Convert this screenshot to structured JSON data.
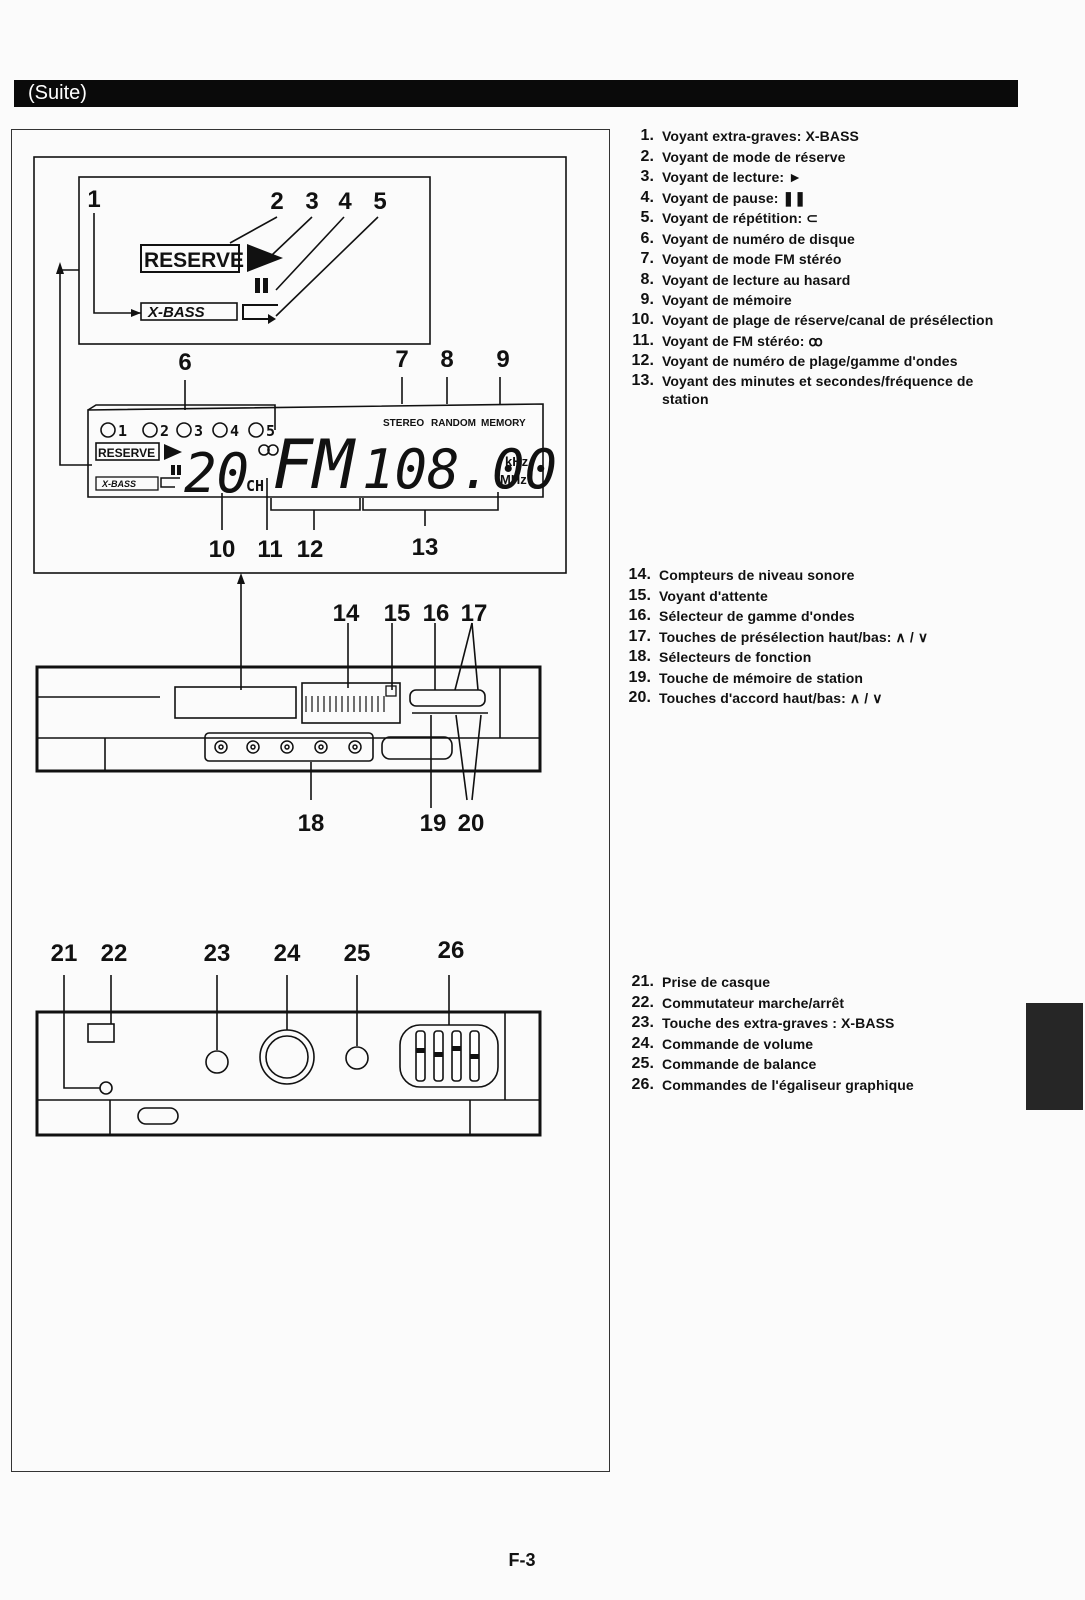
{
  "header": {
    "title": "(Suite)"
  },
  "diagram": {
    "callouts": [
      "1",
      "2",
      "3",
      "4",
      "5",
      "6",
      "7",
      "8",
      "9",
      "10",
      "11",
      "12",
      "13",
      "14",
      "15",
      "16",
      "17",
      "18",
      "19",
      "20",
      "21",
      "22",
      "23",
      "24",
      "25",
      "26"
    ],
    "lcd": {
      "reserve": "RESERVE",
      "xbass": "X-BASS",
      "disc_numbers": [
        "1",
        "2",
        "3",
        "4",
        "5"
      ],
      "stereo": "STEREO",
      "random": "RANDOM",
      "memory": "MEMORY",
      "channel_digits": "20",
      "ch": "CH",
      "band": "FM",
      "frequency": "108.00",
      "khz": "kHz",
      "mhz": "MHz"
    }
  },
  "legend_display": [
    {
      "num": "1",
      "text": "Voyant extra-graves: X-BASS"
    },
    {
      "num": "2",
      "text": "Voyant de mode de réserve"
    },
    {
      "num": "3",
      "text": "Voyant de lecture: ►"
    },
    {
      "num": "4",
      "text": "Voyant de pause: ❚❚"
    },
    {
      "num": "5",
      "text": "Voyant de répétition: ⊂"
    },
    {
      "num": "6",
      "text": "Voyant de numéro de disque"
    },
    {
      "num": "7",
      "text": "Voyant de mode FM stéréo"
    },
    {
      "num": "8",
      "text": "Voyant de lecture au hasard"
    },
    {
      "num": "9",
      "text": "Voyant de mémoire"
    },
    {
      "num": "10",
      "text": "Voyant de plage de réserve/canal de présélection"
    },
    {
      "num": "11",
      "text": "Voyant de FM stéréo: ꝏ"
    },
    {
      "num": "12",
      "text": "Voyant de numéro de plage/gamme d'ondes"
    },
    {
      "num": "13",
      "text": "Voyant des minutes et secondes/fréquence de station"
    }
  ],
  "legend_tuner": [
    {
      "num": "14",
      "text": "Compteurs de niveau sonore"
    },
    {
      "num": "15",
      "text": "Voyant d'attente"
    },
    {
      "num": "16",
      "text": "Sélecteur de gamme d'ondes"
    },
    {
      "num": "17",
      "text": "Touches de présélection haut/bas: ∧ / ∨"
    },
    {
      "num": "18",
      "text": "Sélecteurs de fonction"
    },
    {
      "num": "19",
      "text": "Touche de mémoire de station"
    },
    {
      "num": "20",
      "text": "Touches d'accord haut/bas: ∧ / ∨"
    }
  ],
  "legend_amp": [
    {
      "num": "21",
      "text": "Prise de casque"
    },
    {
      "num": "22",
      "text": "Commutateur marche/arrêt"
    },
    {
      "num": "23",
      "text": "Touche des extra-graves : X-BASS"
    },
    {
      "num": "24",
      "text": "Commande de volume"
    },
    {
      "num": "25",
      "text": "Commande de balance"
    },
    {
      "num": "26",
      "text": "Commandes de l'égaliseur graphique"
    }
  ],
  "footer": {
    "page_number": "F-3"
  }
}
